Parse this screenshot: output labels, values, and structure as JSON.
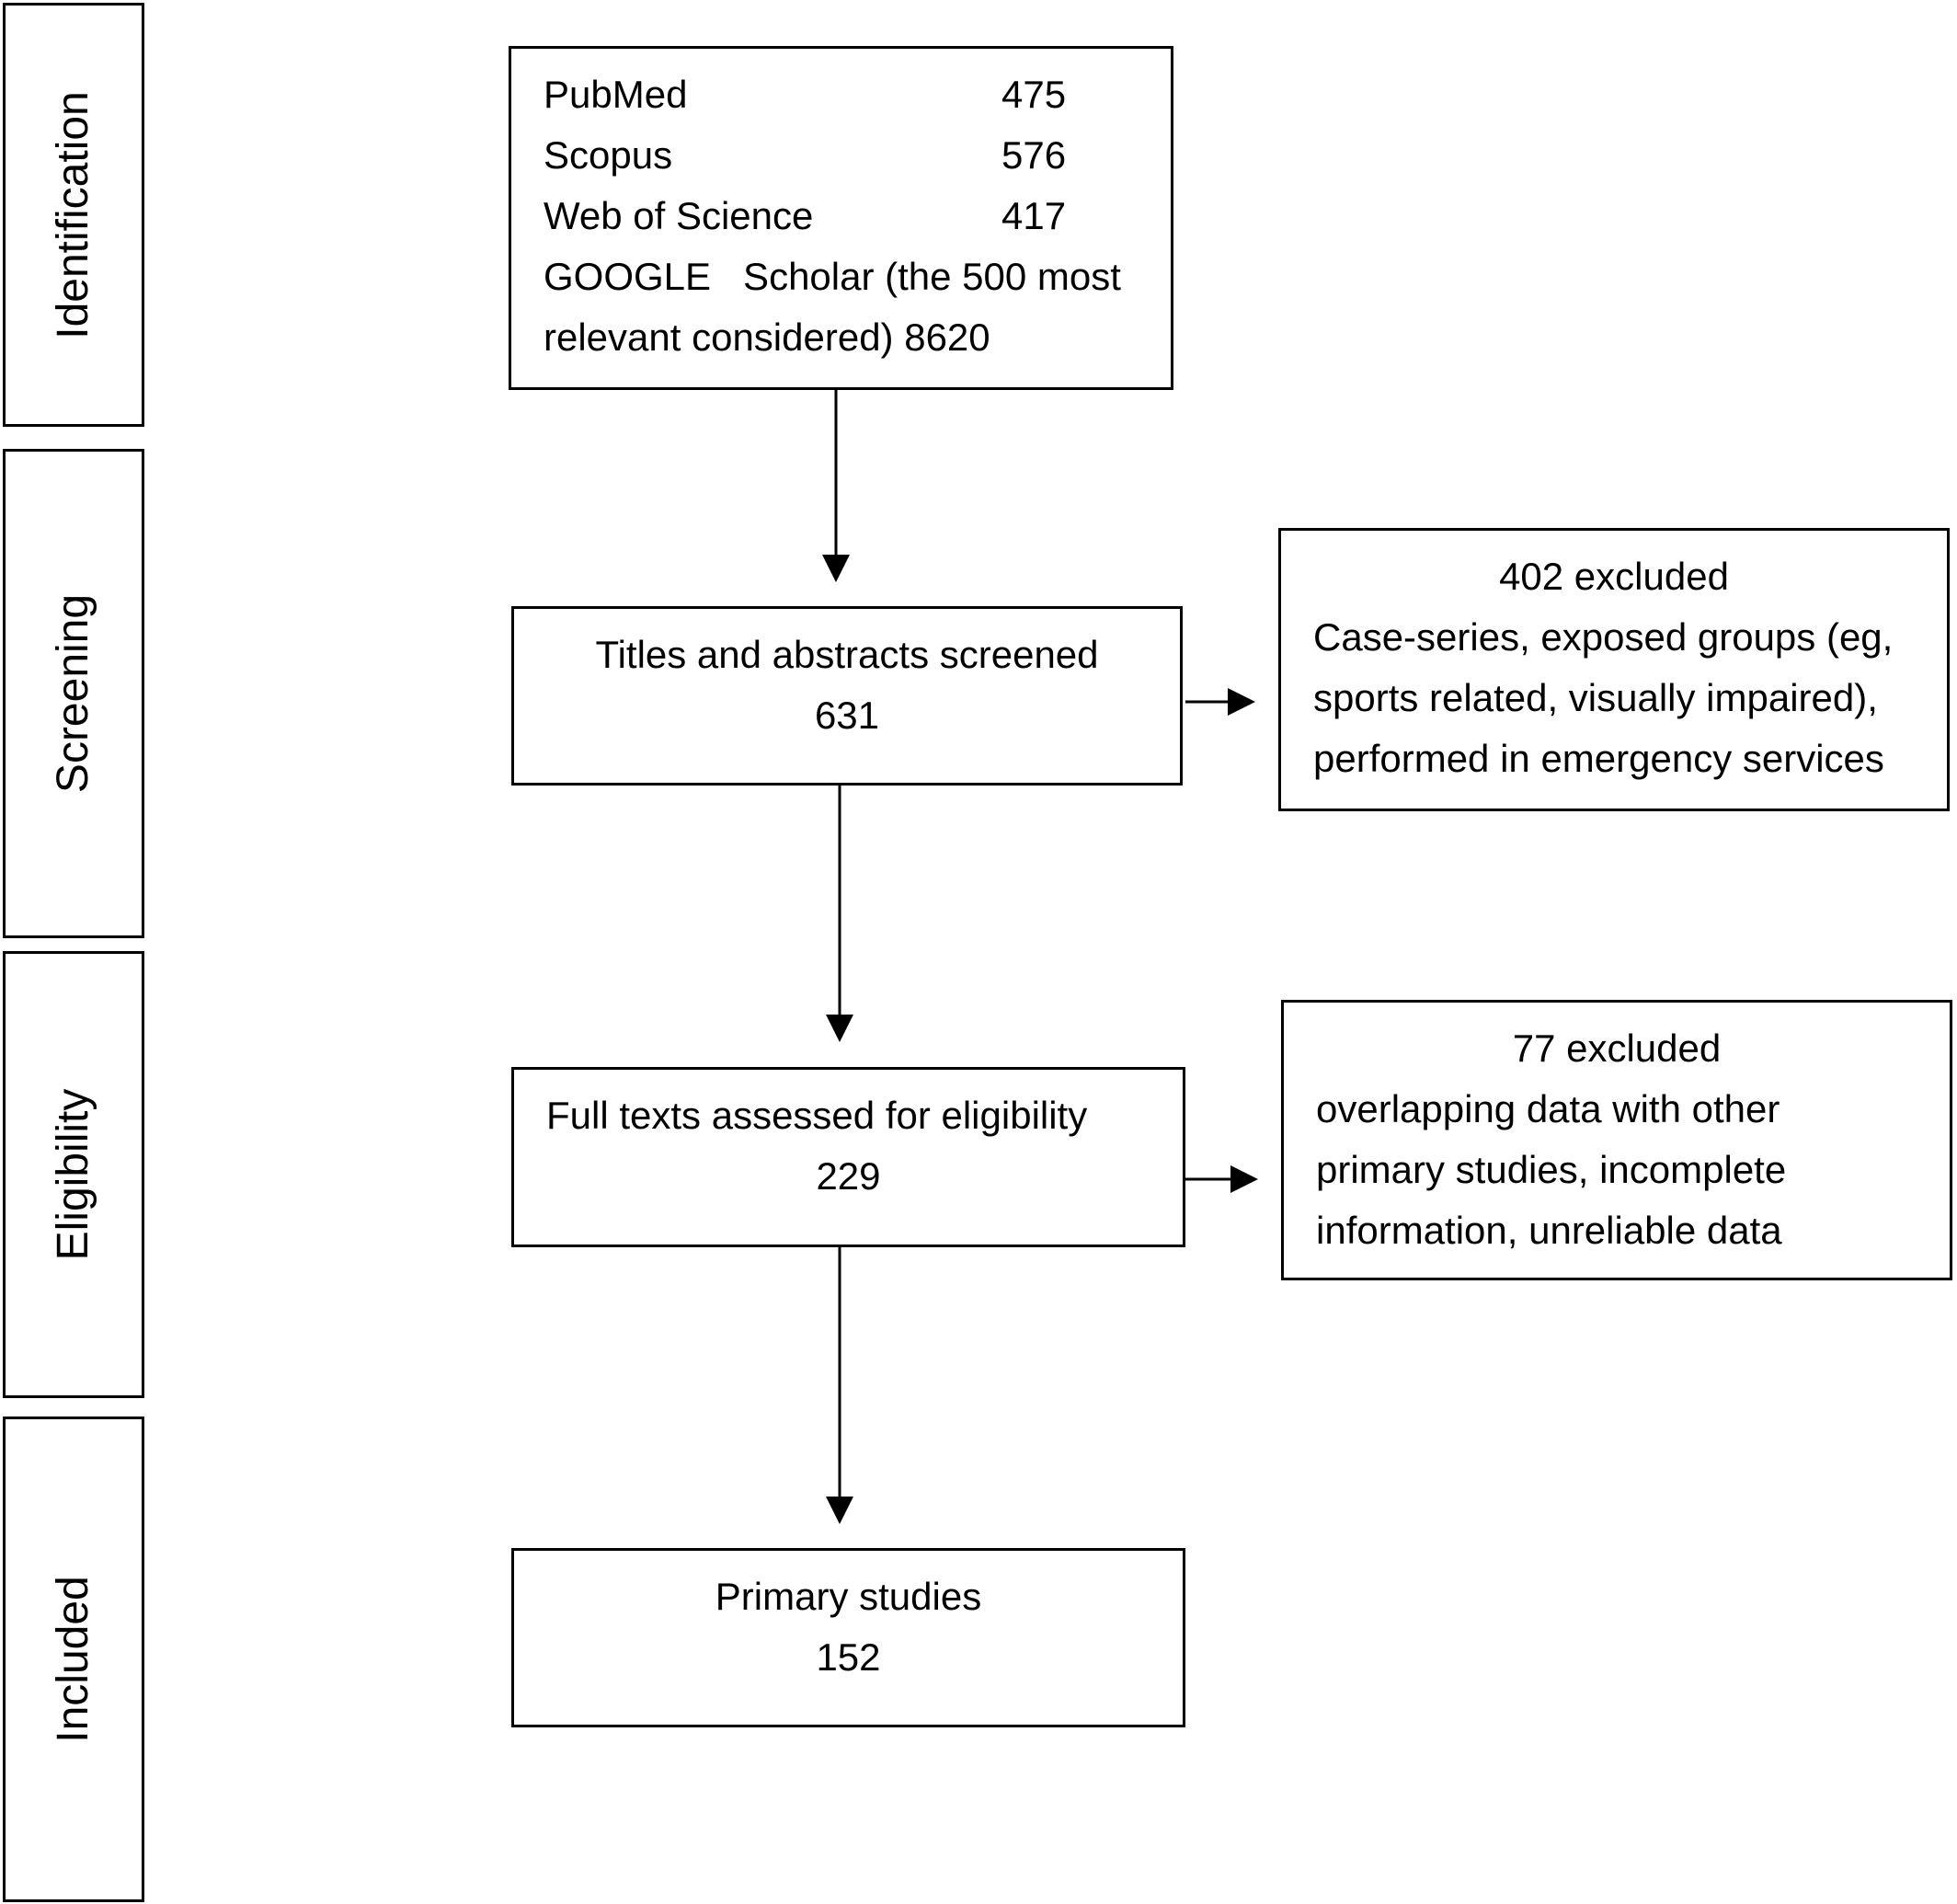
{
  "stages": {
    "identification": "Identification",
    "screening": "Screening",
    "eligibility": "Eligibility",
    "included": "Included"
  },
  "identification_box": {
    "sources": [
      {
        "name": "PubMed",
        "count": "475"
      },
      {
        "name": "Scopus",
        "count": "576"
      },
      {
        "name": "Web of Science",
        "count": "417"
      }
    ],
    "google_line1": "GOOGLE   Scholar (the 500 most",
    "google_line2": "relevant considered) 8620"
  },
  "screening_box": {
    "title": "Titles and abstracts screened",
    "count": "631"
  },
  "screening_excluded": {
    "title": "402 excluded",
    "lines": [
      "Case-series, exposed groups (eg,",
      "sports related, visually impaired),",
      "performed in emergency services"
    ]
  },
  "eligibility_box": {
    "title": "Full texts assessed for eligibility",
    "count": "229"
  },
  "eligibility_excluded": {
    "title": "77 excluded",
    "lines": [
      "overlapping data with other",
      "primary studies, incomplete",
      "information, unreliable data"
    ]
  },
  "included_box": {
    "title": "Primary studies",
    "count": "152"
  }
}
